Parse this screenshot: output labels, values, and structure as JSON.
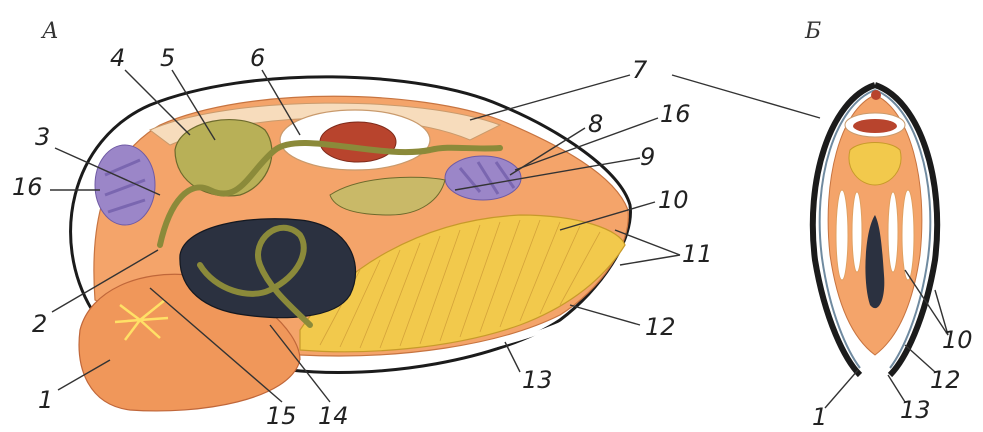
{
  "panels": {
    "a": "А",
    "b": "Б"
  },
  "labels_a": {
    "l1": "1",
    "l2": "2",
    "l3": "3",
    "l4": "4",
    "l5": "5",
    "l6": "6",
    "l7": "7",
    "l8": "8",
    "l9": "9",
    "l10": "10",
    "l11": "11",
    "l12": "12",
    "l13": "13",
    "l14": "14",
    "l15": "15",
    "l16a": "16",
    "l16b": "16"
  },
  "labels_b": {
    "l1": "1",
    "l10": "10",
    "l12": "12",
    "l13": "13"
  },
  "colors": {
    "body": "#f4a46a",
    "body_light": "#f7c08f",
    "gonad": "#9b86c8",
    "liver": "#2b3140",
    "gut": "#8b8a3a",
    "heart": "#b8442d",
    "gill": "#f2c94c",
    "shell": "#1a1a1a"
  }
}
